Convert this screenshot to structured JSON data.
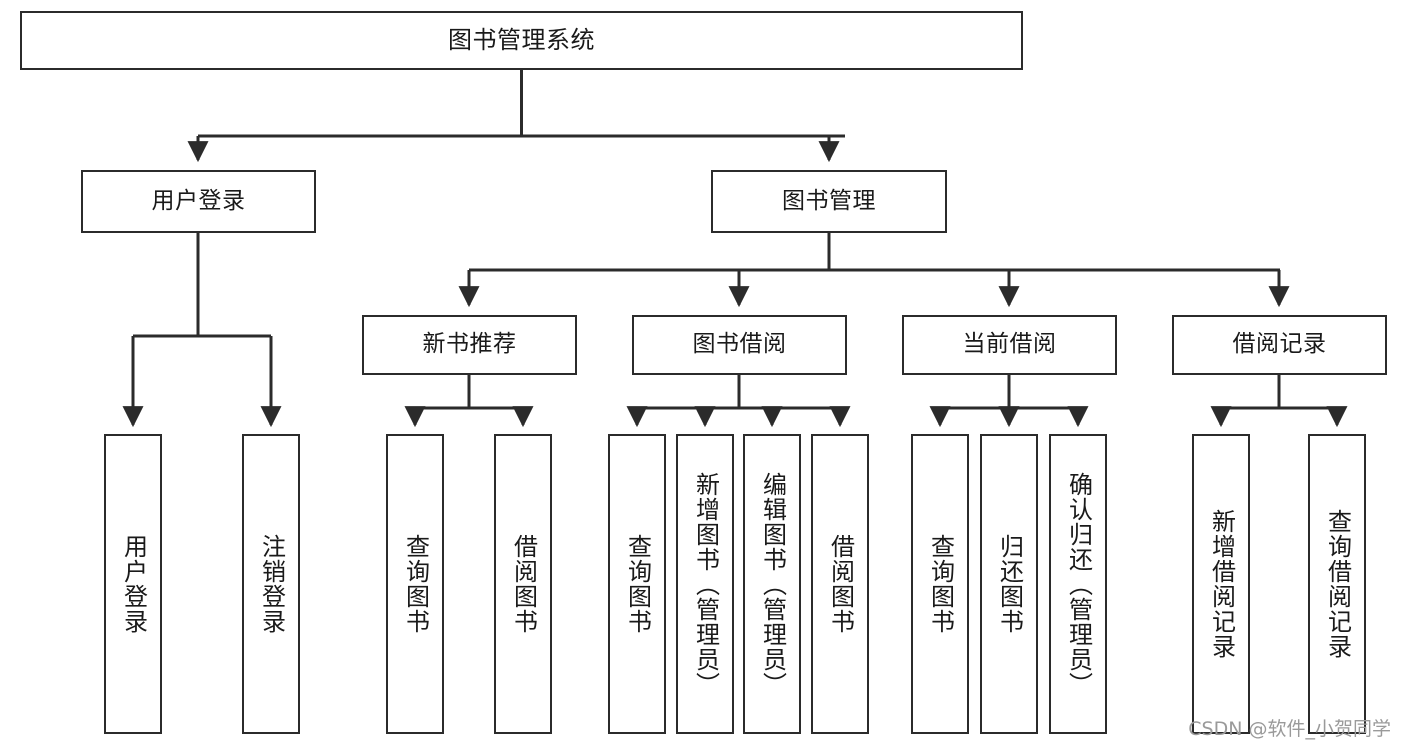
{
  "diagram": {
    "title": "图书管理系统",
    "type": "tree",
    "watermark": "CSDN @软件_小贺同学",
    "stroke_color": "#2b2b2b",
    "fill_color": "#ffffff",
    "text_color": "#1a1a1a",
    "watermark_color": "#9a9a9a"
  },
  "nodes": {
    "root": {
      "label": "图书管理系统"
    },
    "level2": [
      {
        "label": "用户登录"
      },
      {
        "label": "图书管理"
      }
    ],
    "level3": [
      {
        "label": "新书推荐"
      },
      {
        "label": "图书借阅"
      },
      {
        "label": "当前借阅"
      },
      {
        "label": "借阅记录"
      }
    ],
    "leaves_user_login": [
      {
        "label": "用户登录"
      },
      {
        "label": "注销登录"
      }
    ],
    "leaves_new_book": [
      {
        "label": "查询图书"
      },
      {
        "label": "借阅图书"
      }
    ],
    "leaves_borrow": [
      {
        "label": "查询图书"
      },
      {
        "label": "新增图书（管理员）"
      },
      {
        "label": "编辑图书（管理员）"
      },
      {
        "label": "借阅图书"
      }
    ],
    "leaves_current": [
      {
        "label": "查询图书"
      },
      {
        "label": "归还图书"
      },
      {
        "label": "确认归还（管理员）"
      }
    ],
    "leaves_records": [
      {
        "label": "新增借阅记录"
      },
      {
        "label": "查询借阅记录"
      }
    ]
  }
}
